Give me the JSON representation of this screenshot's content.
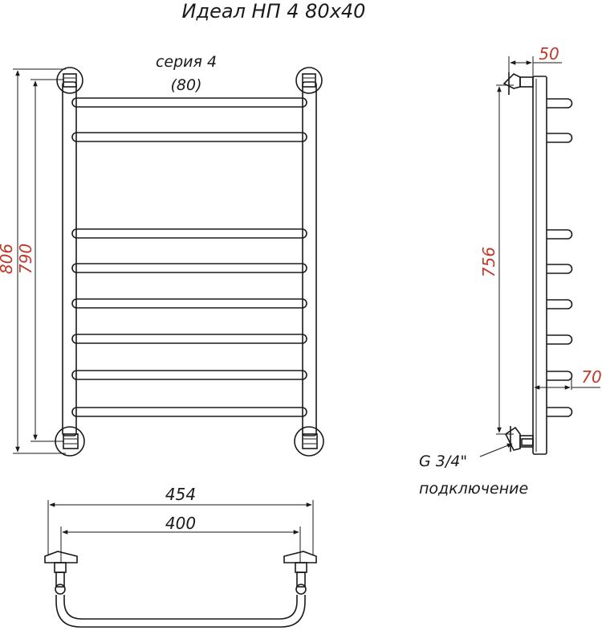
{
  "title": "Идеал НП 4 80х40",
  "series_label": "серия 4",
  "series_value": "(80)",
  "dimensions": {
    "height_total": "806",
    "height_axis": "790",
    "height_side": "756",
    "depth_top": "50",
    "depth_rungs": "70",
    "width_total": "454",
    "width_axis": "400"
  },
  "connection_label": "G 3/4\"",
  "connection_caption": "подключение",
  "colors": {
    "dimension_text": "#c0392b",
    "line": "#1a1a1a"
  }
}
